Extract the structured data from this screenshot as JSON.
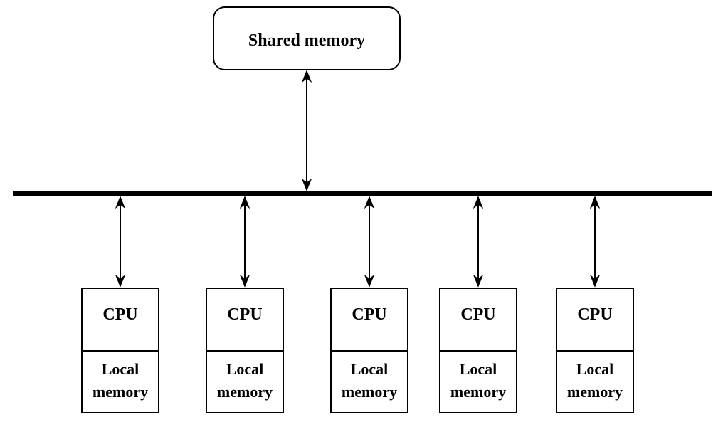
{
  "shared_memory": {
    "label": "Shared memory"
  },
  "nodes": [
    {
      "cpu_label": "CPU",
      "mem_line1": "Local",
      "mem_line2": "memory"
    },
    {
      "cpu_label": "CPU",
      "mem_line1": "Local",
      "mem_line2": "memory"
    },
    {
      "cpu_label": "CPU",
      "mem_line1": "Local",
      "mem_line2": "memory"
    },
    {
      "cpu_label": "CPU",
      "mem_line1": "Local",
      "mem_line2": "memory"
    },
    {
      "cpu_label": "CPU",
      "mem_line1": "Local",
      "mem_line2": "memory"
    }
  ],
  "colors": {
    "stroke": "#000000",
    "background": "#ffffff"
  }
}
